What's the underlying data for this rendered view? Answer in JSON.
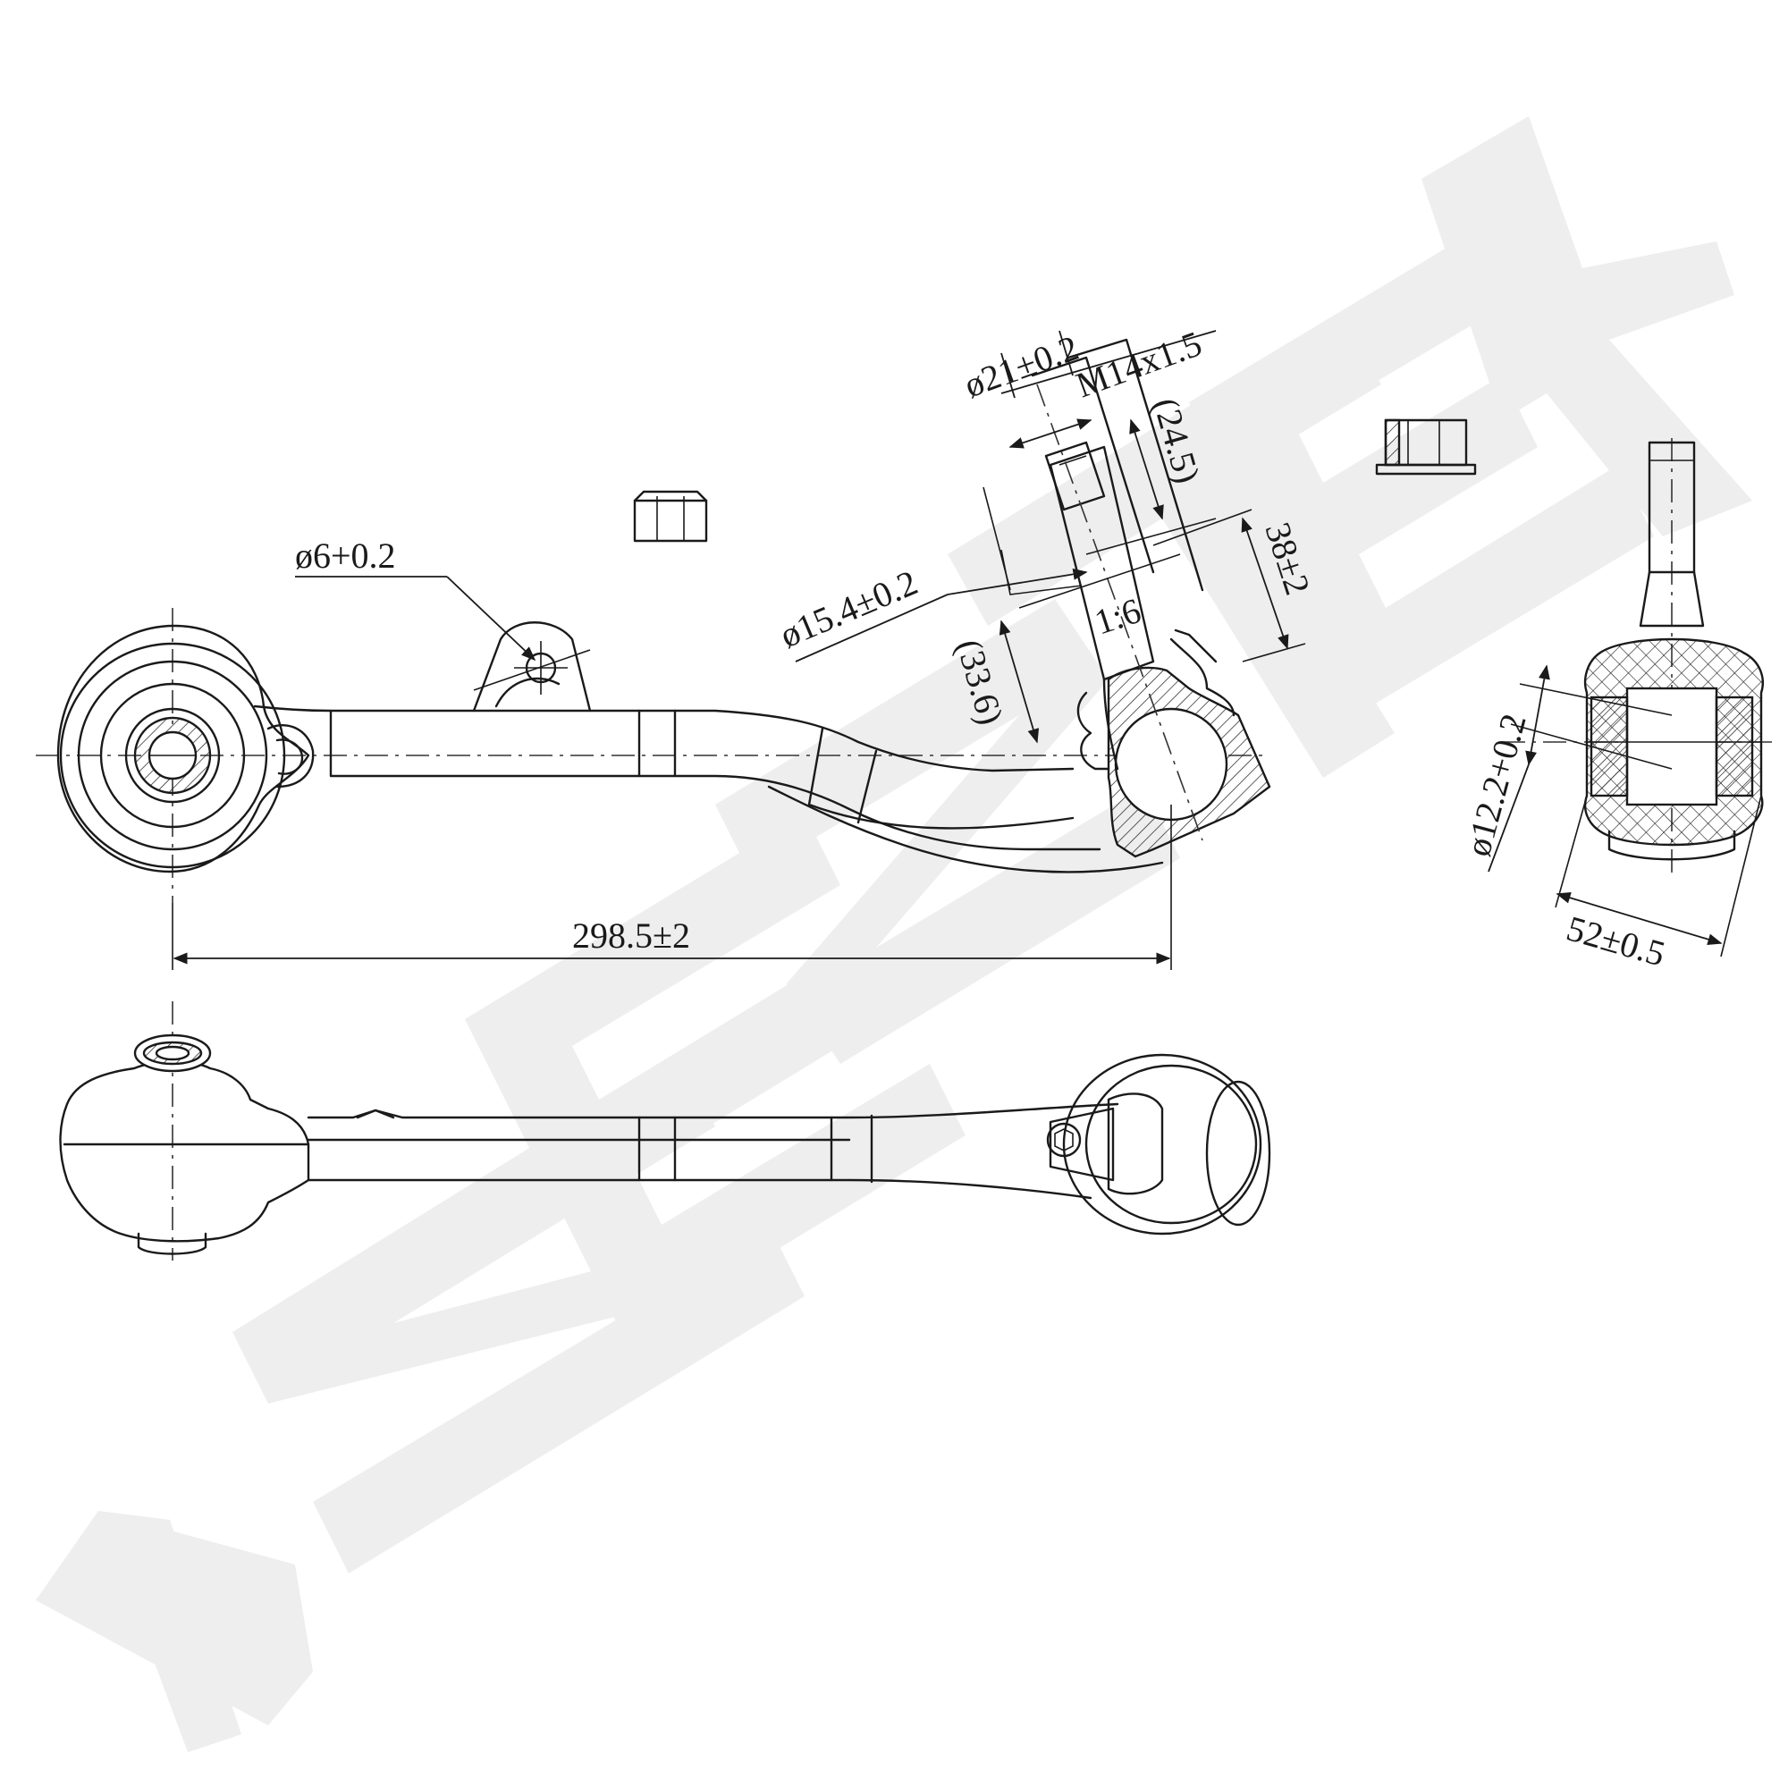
{
  "watermark": {
    "text": "ZENTEK",
    "color": "#eeeeee"
  },
  "dimensions": {
    "hole_diameter": "ø6+0.2",
    "stud_diameter_top": "ø21±0.2",
    "thread": "M14x1.5",
    "stud_length": "(24.5)",
    "ball_height": "38±2",
    "taper_ratio": "1:6",
    "taper_diameter": "ø15.4±0.2",
    "taper_length": "(33.6)",
    "arm_length": "298.5±2",
    "bushing_bore": "ø12.2+0.2",
    "bushing_width": "52±0.5"
  },
  "colors": {
    "line": "#1a1a1a",
    "background": "#ffffff"
  }
}
